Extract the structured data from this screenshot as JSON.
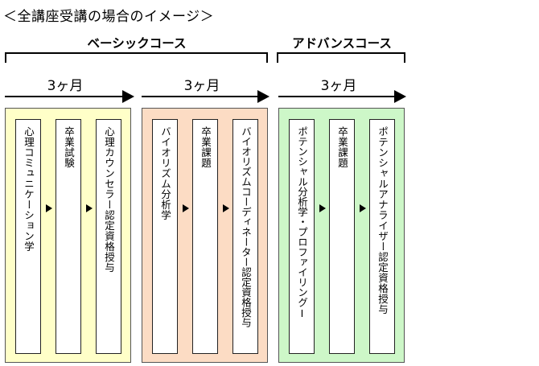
{
  "title": "＜全講座受講の場合のイメージ＞",
  "courses": [
    {
      "label": "ベーシックコース"
    },
    {
      "label": "アドバンスコース"
    }
  ],
  "stages": [
    {
      "duration": "3ヶ月",
      "bg": "#ffffc8",
      "steps": [
        "心理コミュニケーション学",
        "卒業試験",
        "心理カウンセラー認定資格授与"
      ]
    },
    {
      "duration": "3ヶ月",
      "bg": "#fcdcc4",
      "steps": [
        "バイオリズム分析学",
        "卒業課題",
        "バイオリズムコーディネーター認定資格授与"
      ]
    },
    {
      "duration": "3ヶ月",
      "bg": "#cdf7c8",
      "steps": [
        "ポテンシャル分析学・プロファイリングⅠ",
        "卒業課題",
        "ポテンシャルアナライザー認定資格授与"
      ]
    }
  ],
  "colors": {
    "arrow": "#000000",
    "border": "#555555"
  }
}
